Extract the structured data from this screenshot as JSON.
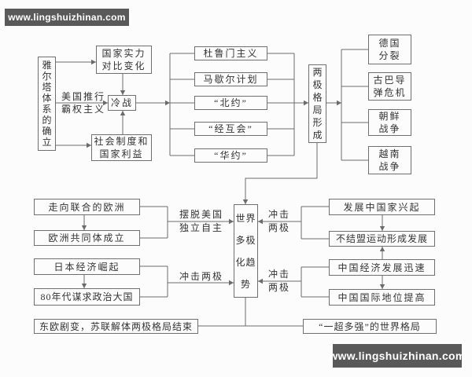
{
  "watermark": {
    "text": "www.lingshuizhinan.com",
    "bg": "#595959",
    "fg": "#ffffff"
  },
  "colors": {
    "line": "#6b6b6b",
    "box_border": "#6f6f6f",
    "text": "#333333",
    "background": "#fcfcfc"
  },
  "nodes": {
    "yalta": "雅尔塔体系的确立",
    "power_balance": "国家实力\n对比变化",
    "cold_war": "冷战",
    "social_system": "社会制度和\n国家利益",
    "truman": "杜鲁门主义",
    "marshall": "马歇尔计划",
    "nato": "“北约”",
    "comecon": "“经互会”",
    "warsaw": "“华约”",
    "bipolar": "两极格局形成",
    "germany": "德国\n分裂",
    "cuba": "古巴导\n弹危机",
    "korea": "朝鲜\n战争",
    "vietnam": "越南\n战争",
    "europe_united": "走向联合的欧洲",
    "ec_founded": "欧洲共同体成立",
    "japan_rise": "日本经济崛起",
    "japan_80s": "80年代谋求政治大国",
    "multipolar": "世界多极化趋势",
    "developing": "发展中国家兴起",
    "nonaligned": "不结盟运动形成发展",
    "china_econ": "中国经济发展迅速",
    "china_status": "中国国际地位提高",
    "bipolar_end": "东欧剧变，苏联解体两极格局结束",
    "one_super": "“一超多强”的世界格局"
  },
  "edge_labels": {
    "us_hegemony": "美国推行\n霸权主义",
    "independence": "摆脱美国\n独立自主",
    "impact_bipolar": "冲击两极",
    "impact_bipolar_stacked": "冲击\n两极"
  }
}
